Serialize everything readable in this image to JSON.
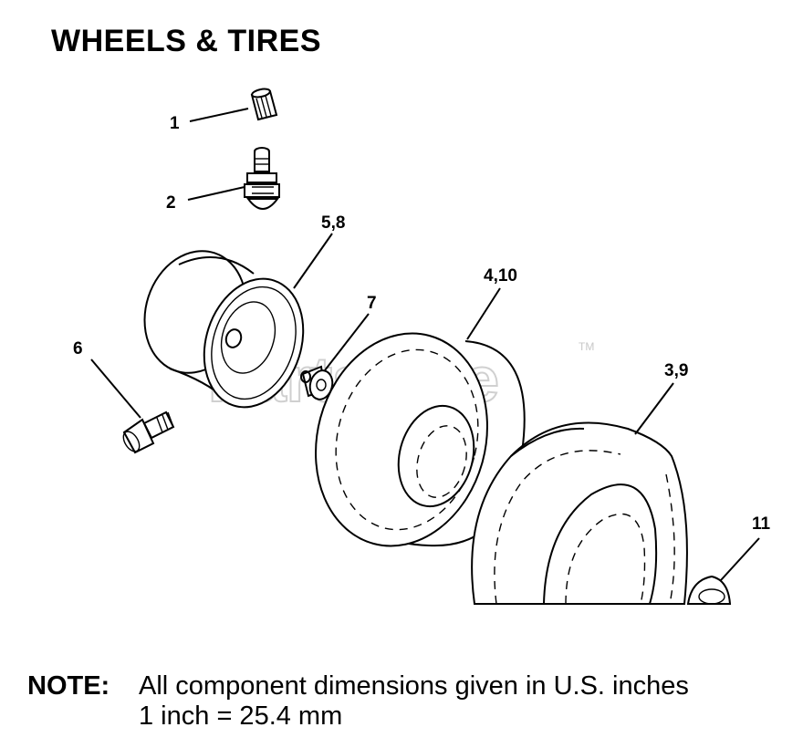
{
  "title": "WHEELS & TIRES",
  "callouts": {
    "c1": "1",
    "c2": "2",
    "c58": "5,8",
    "c6": "6",
    "c7": "7",
    "c410": "4,10",
    "c39": "3,9",
    "c11": "11"
  },
  "watermark": {
    "text": "PartsTree",
    "mark": "TM"
  },
  "note": {
    "label": "NOTE:",
    "line1": "All component dimensions given in U.S. inches",
    "line2": "1 inch = 25.4 mm"
  }
}
